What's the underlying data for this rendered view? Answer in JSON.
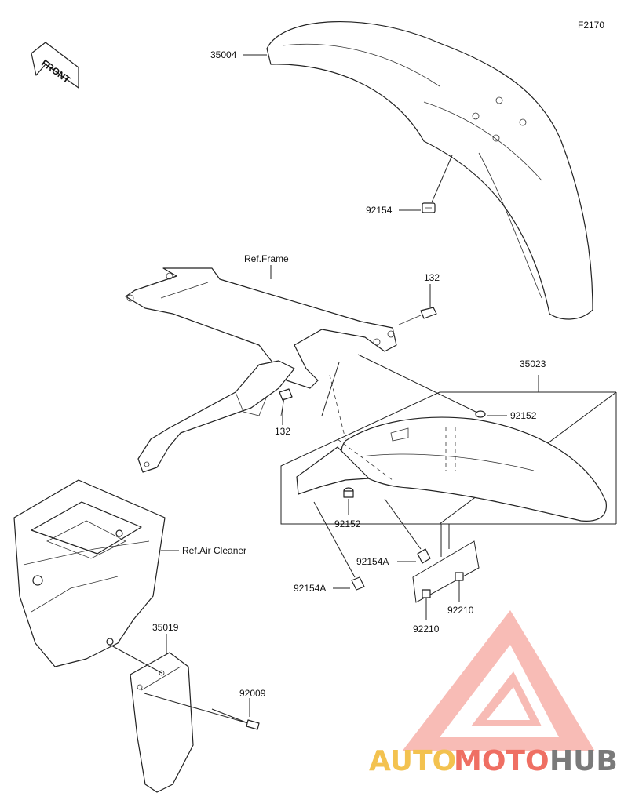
{
  "diagram": {
    "figure_code": "F2170",
    "front_badge": "FRONT",
    "parts": {
      "front_fender": "35004",
      "front_fender_bolt": "92154",
      "frame_ref": "Ref.Frame",
      "bolt_132_top": "132",
      "bolt_132_bottom": "132",
      "rear_fender_assy": "35023",
      "collar_right": "92152",
      "collar_left": "92152",
      "bolt_a_right": "92154A",
      "bolt_a_left": "92154A",
      "nut_left": "92210",
      "nut_right": "92210",
      "air_cleaner_ref": "Ref.Air Cleaner",
      "mud_flap": "35019",
      "screw": "92009"
    }
  },
  "watermark": {
    "auto": "AUTO",
    "moto": "MOTO",
    "hub": "HUB",
    "colors": {
      "auto": "#f3c24f",
      "moto": "#ef6f63",
      "hub": "#7a7a7a"
    }
  }
}
